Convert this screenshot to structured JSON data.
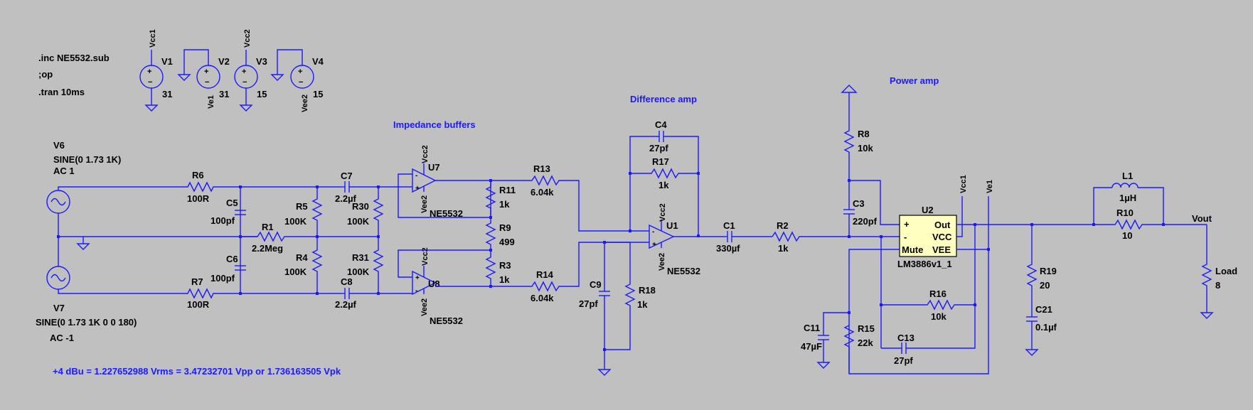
{
  "directives": [
    ".inc NE5532.sub",
    ";op",
    ".tran 10ms"
  ],
  "comments": {
    "impedance_buffers": "Impedance buffers",
    "difference_amp": "Difference amp",
    "power_amp": "Power amp",
    "dbu_note": "+4 dBu = 1.227652988 Vrms = 3.47232701 Vpp or 1.736163505 Vpk"
  },
  "supplies": [
    {
      "name": "V1",
      "net": "Vcc1",
      "value": "31"
    },
    {
      "name": "V2",
      "net": "Ve1",
      "value": "31"
    },
    {
      "name": "V3",
      "net": "Vcc2",
      "value": "15"
    },
    {
      "name": "V4",
      "net": "Vee2",
      "value": "15"
    }
  ],
  "sources": {
    "v6": {
      "name": "V6",
      "line1": "SINE(0 1.73 1K)",
      "line2": "AC 1"
    },
    "v7": {
      "name": "V7",
      "line1": "SINE(0 1.73 1K 0 0 180)",
      "line2": "AC -1"
    }
  },
  "parts": {
    "R6": {
      "name": "R6",
      "value": "100R"
    },
    "R7": {
      "name": "R7",
      "value": "100R"
    },
    "C5": {
      "name": "C5",
      "value": "100pf"
    },
    "C6": {
      "name": "C6",
      "value": "100pf"
    },
    "R1": {
      "name": "R1",
      "value": "2.2Meg"
    },
    "R5": {
      "name": "R5",
      "value": "100K"
    },
    "R4": {
      "name": "R4",
      "value": "100K"
    },
    "C7": {
      "name": "C7",
      "value": "2.2µf"
    },
    "C8": {
      "name": "C8",
      "value": "2.2µf"
    },
    "R30": {
      "name": "R30",
      "value": "100K"
    },
    "R31": {
      "name": "R31",
      "value": "100K"
    },
    "U7": {
      "name": "U7",
      "model": "NE5532"
    },
    "U8": {
      "name": "U8",
      "model": "NE5532"
    },
    "R11": {
      "name": "R11",
      "value": "1k"
    },
    "R9": {
      "name": "R9",
      "value": "499"
    },
    "R3": {
      "name": "R3",
      "value": "1k"
    },
    "R13": {
      "name": "R13",
      "value": "6.04k"
    },
    "R14": {
      "name": "R14",
      "value": "6.04k"
    },
    "C4": {
      "name": "C4",
      "value": "27pf"
    },
    "R17": {
      "name": "R17",
      "value": "1k"
    },
    "U1": {
      "name": "U1",
      "model": "NE5532"
    },
    "C9": {
      "name": "C9",
      "value": "27pf"
    },
    "R18": {
      "name": "R18",
      "value": "1k"
    },
    "C1": {
      "name": "C1",
      "value": "330µf"
    },
    "R2": {
      "name": "R2",
      "value": "1k"
    },
    "R8": {
      "name": "R8",
      "value": "10k"
    },
    "C3": {
      "name": "C3",
      "value": "220pf"
    },
    "U2": {
      "name": "U2",
      "model": "LM3886v1_1"
    },
    "C11": {
      "name": "C11",
      "value": "47µF"
    },
    "R15": {
      "name": "R15",
      "value": "22k"
    },
    "C13": {
      "name": "C13",
      "value": "27pf"
    },
    "R16": {
      "name": "R16",
      "value": "10k"
    },
    "R19": {
      "name": "R19",
      "value": "20"
    },
    "C21": {
      "name": "C21",
      "value": "0.1µf"
    },
    "L1": {
      "name": "L1",
      "value": "1µH"
    },
    "R10": {
      "name": "R10",
      "value": "10"
    },
    "Load": {
      "name": "Load",
      "value": "8"
    }
  },
  "nets": {
    "vcc2": "Vcc2",
    "vee2": "Vee2",
    "vcc1": "Vcc1",
    "ve1": "Ve1",
    "vout": "Vout"
  },
  "u2_pins": {
    "plus": "+",
    "minus": "-",
    "mute": "Mute",
    "out": "Out",
    "vcc": "VCC",
    "vee": "VEE"
  },
  "opamp_pins": {
    "plus": "+",
    "minus": "-"
  }
}
